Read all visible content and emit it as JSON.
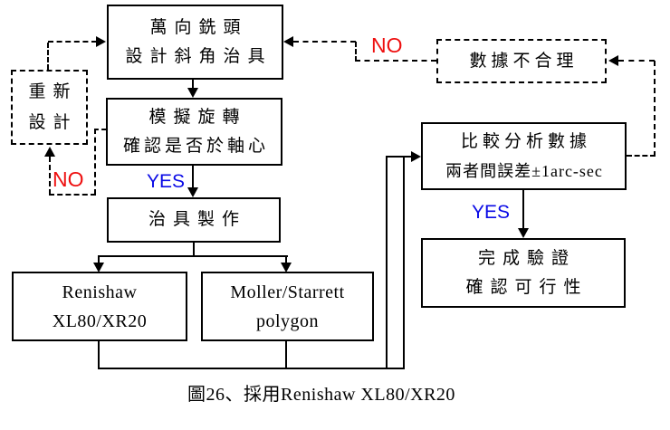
{
  "figure": {
    "caption": "圖26、採用Renishaw XL80/XR20"
  },
  "colors": {
    "yes_label": "#0a0ae6",
    "no_label": "#ee1010",
    "line": "#000000",
    "background": "#ffffff"
  },
  "boxes": {
    "universal_head": {
      "line1": "萬向銑頭",
      "line2": "設計斜角治具"
    },
    "simulate": {
      "line1": "模擬旋轉",
      "line2": "確認是否於軸心"
    },
    "fixture": {
      "line1": "治具製作"
    },
    "renishaw": {
      "line1": "Renishaw",
      "line2": "XL80/XR20"
    },
    "moller": {
      "line1": "Moller/Starrett",
      "line2": "polygon"
    },
    "compare": {
      "line1": "比較分析數據",
      "line2": "兩者間誤差±1arc-sec"
    },
    "done": {
      "line1": "完成驗證",
      "line2": "確認可行性"
    },
    "redesign": {
      "line1": "重新",
      "line2": "設計"
    },
    "invalid": {
      "line1": "數據不合理"
    }
  },
  "labels": {
    "yes_simulate": "YES",
    "yes_compare": "YES",
    "no_redesign": "NO",
    "no_invalid": "NO"
  }
}
